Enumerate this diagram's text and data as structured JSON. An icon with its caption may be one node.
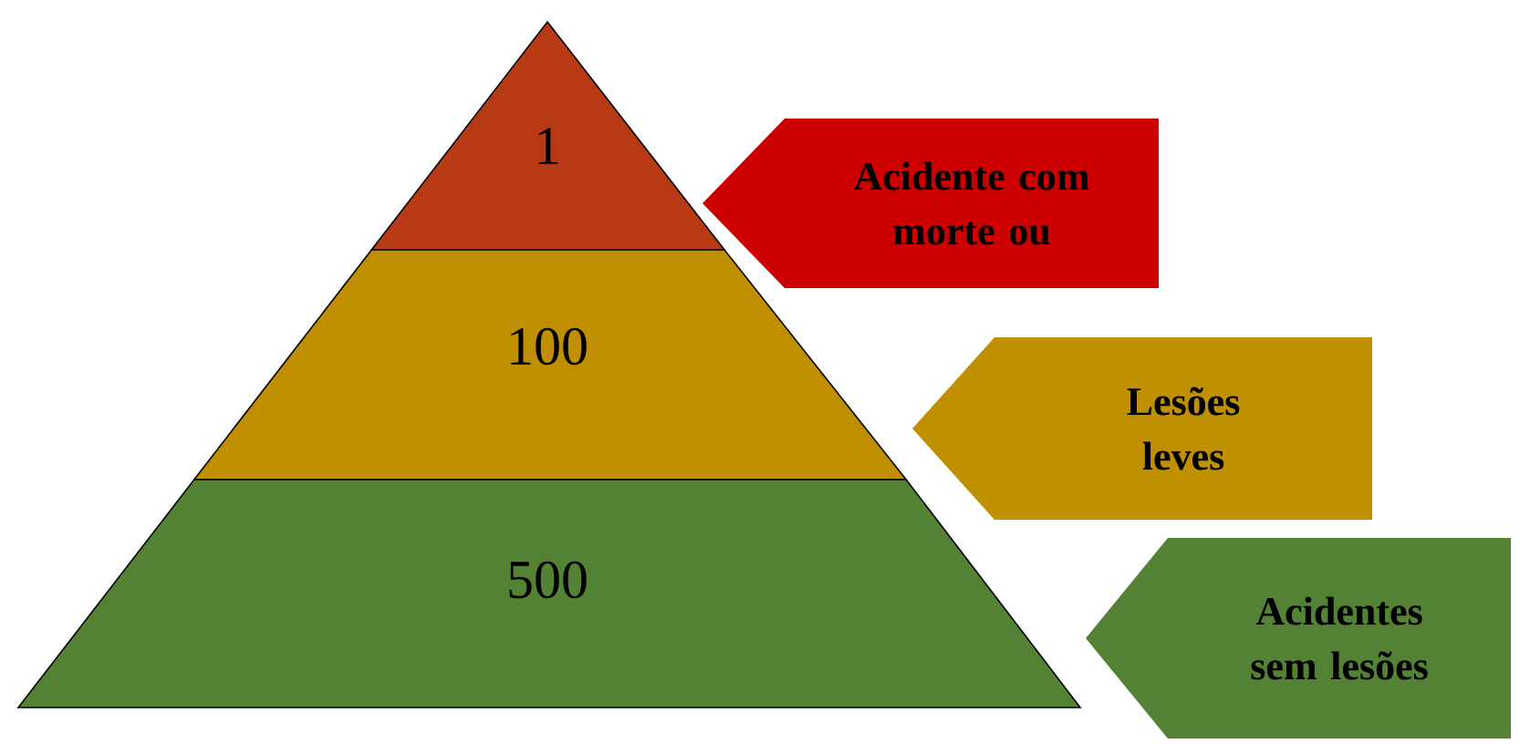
{
  "diagram": {
    "nodes": [
      {
        "text": [
          "1"
        ]
      },
      {
        "text": [
          "100"
        ]
      },
      {
        "text": [
          "500"
        ]
      },
      {
        "text": [
          "Acidente com morte ou"
        ]
      },
      {
        "text": [
          "Lesões leves"
        ]
      },
      {
        "text": [
          "Acidentes sem lesões"
        ]
      }
    ]
  }
}
